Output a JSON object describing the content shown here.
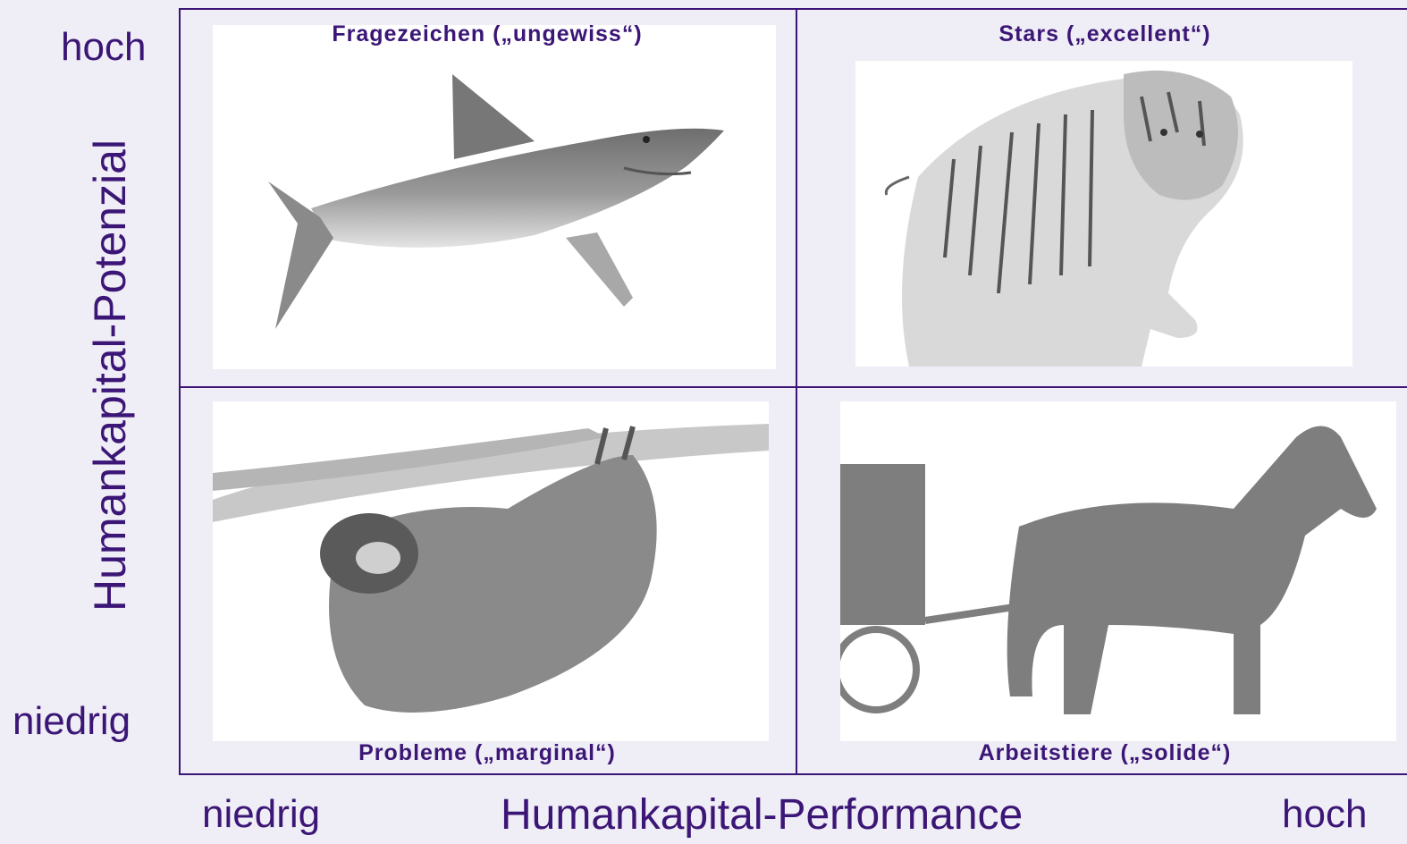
{
  "y_axis": {
    "title": "Humankapital-Potenzial",
    "high": "hoch",
    "low": "niedrig"
  },
  "x_axis": {
    "title": "Humankapital-Performance",
    "low": "niedrig",
    "high": "hoch"
  },
  "quadrants": {
    "top_left": {
      "label": "Fragezeichen („ungewiss“)",
      "image": "shark-photo"
    },
    "top_right": {
      "label": "Stars („excellent“)",
      "image": "tiger-photo"
    },
    "bottom_left": {
      "label": "Probleme („marginal“)",
      "image": "sloth-photo"
    },
    "bottom_right": {
      "label": "Arbeitstiere („solide“)",
      "image": "horse-carriage-photo"
    }
  },
  "colors": {
    "accent": "#3b1676",
    "background": "#efedf5"
  }
}
